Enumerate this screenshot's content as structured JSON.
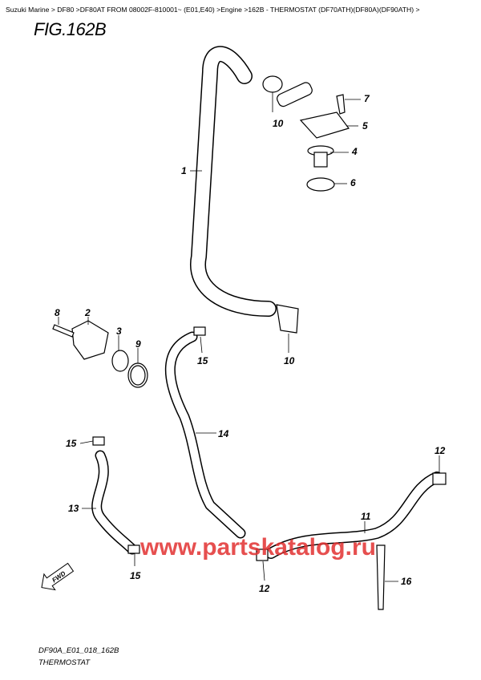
{
  "breadcrumb": [
    {
      "label": "Suzuki Marine"
    },
    {
      "label": "DF80"
    },
    {
      "label": "DF80AT FROM 08002F-810001~ (E01,E40)"
    },
    {
      "label": "Engine"
    },
    {
      "label": "162B - THERMOSTAT (DF70ATH)(DF80A)(DF90ATH)"
    }
  ],
  "separator": ">",
  "figure_title": "FIG.162B",
  "callouts": [
    "1",
    "10",
    "7",
    "5",
    "4",
    "6",
    "8",
    "2",
    "3",
    "9",
    "15",
    "10",
    "14",
    "15",
    "13",
    "15",
    "12",
    "11",
    "12",
    "16"
  ],
  "fwd_label": "FWD",
  "watermark": "www.partskatalog.ru",
  "footer": {
    "code": "DF90A_E01_018_162B",
    "name": "THERMOSTAT"
  },
  "colors": {
    "watermark": "#e23030"
  }
}
